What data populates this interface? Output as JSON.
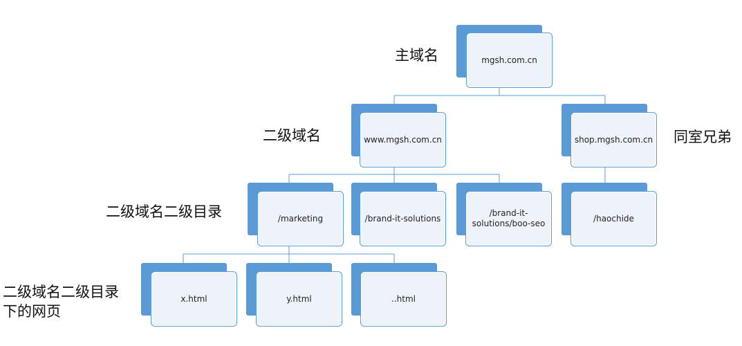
{
  "labels": {
    "main_domain": "主域名",
    "second_domain": "二级域名",
    "roommate": "同室兄弟",
    "second_domain_dir": "二级域名二级目录",
    "pages_line1": "二级域名二级目录",
    "pages_line2": "下的网页"
  },
  "nodes": {
    "root": "mgsh.com.cn",
    "www": "www.mgsh.com.cn",
    "shop": "shop.mgsh.com.cn",
    "marketing": "/marketing",
    "brand": "/brand-it-solutions",
    "brand_boo_1": "/brand-it-",
    "brand_boo_2": "solutions/boo-seo",
    "haochide": "/haochide",
    "x": "x.html",
    "y": "y.html",
    "dots": "..html"
  },
  "colors": {
    "node_back": "#5b9bd5",
    "node_border": "#5b9bd5",
    "node_fill": "#eef3fa",
    "connector": "#5b9bd5"
  }
}
